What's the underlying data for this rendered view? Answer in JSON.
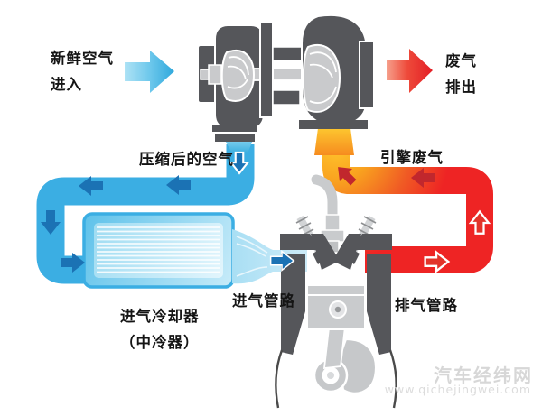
{
  "diagram": {
    "type": "turbocharger-system-schematic",
    "labels": {
      "fresh_air_line1": "新鲜空气",
      "fresh_air_line2": "进入",
      "exhaust_out_line1": "废气",
      "exhaust_out_line2": "排出",
      "compressed_air": "压缩后的空气",
      "engine_exhaust": "引擎废气",
      "intercooler_line1": "进气冷却器",
      "intercooler_line2": "（中冷器）",
      "intake_pipe": "进气管路",
      "exhaust_pipe": "排气管路"
    },
    "flow": {
      "cold_path": "fresh air → compressor → intercooler → intake → cylinder",
      "hot_path": "cylinder → exhaust pipe → turbine → exhaust out"
    },
    "colors": {
      "cold_pipe": "#3BAEE3",
      "cold_arrow": "#1B72B4",
      "cold_light": "#C3E7F6",
      "hot_red": "#EE2424",
      "hot_orange": "#F7941E",
      "hot_yellow": "#FFC42C",
      "hot_arrow": "#C1272D",
      "metal_dark": "#55565A",
      "metal_light": "#C9CACC",
      "label_text": "#141414",
      "watermark": "#D7D7D7"
    }
  },
  "watermark": {
    "site_name": "汽车经纬网",
    "url": "www.qichejingwei.com"
  }
}
